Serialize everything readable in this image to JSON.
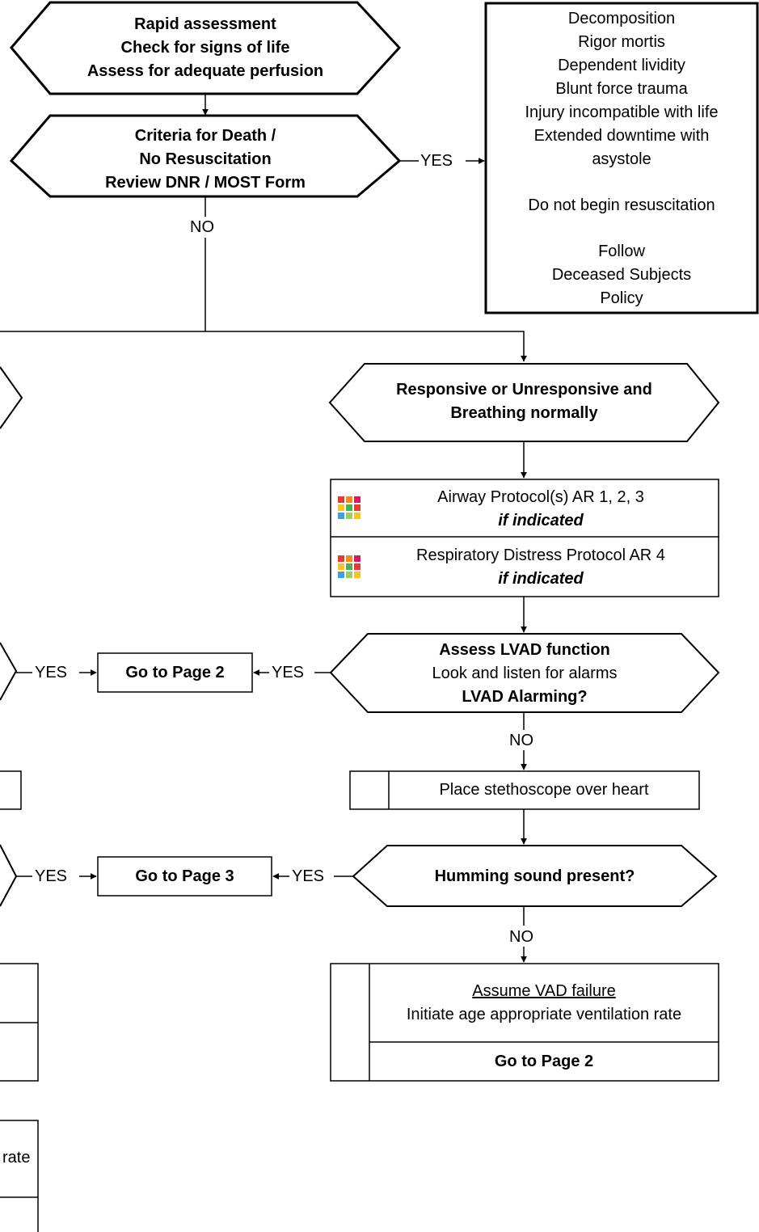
{
  "nodes": {
    "rapid": {
      "line1": "Rapid assessment",
      "line2": "Check for signs of life",
      "line3": "Assess for adequate perfusion"
    },
    "criteria": {
      "line1": "Criteria for Death /",
      "line2": "No Resuscitation",
      "line3": "Review DNR / MOST Form"
    },
    "death_box": {
      "items": [
        "Decomposition",
        "Rigor mortis",
        "Dependent lividity",
        "Blunt force trauma",
        "Injury incompatible with life",
        "Extended downtime with",
        "asystole"
      ],
      "do_not": "Do not begin resuscitation",
      "follow": [
        "Follow",
        "Deceased Subjects",
        "Policy"
      ]
    },
    "responsive": {
      "line1": "Responsive or Unresponsive and",
      "line2": "Breathing normally"
    },
    "airway": {
      "line1": "Airway Protocol(s) AR 1, 2, 3",
      "line2": "if indicated"
    },
    "respiratory": {
      "line1": "Respiratory Distress Protocol AR 4",
      "line2": "if indicated"
    },
    "assess_lvad": {
      "line1": "Assess LVAD function",
      "line2": "Look and listen for alarms",
      "line3": "LVAD Alarming?"
    },
    "go_page2_top": "Go to Page 2",
    "stethoscope": "Place stethoscope over heart",
    "humming": "Humming sound present?",
    "go_page3": "Go to Page 3",
    "vad_failure": {
      "title": "Assume VAD failure",
      "line2": "Initiate age appropriate ventilation rate",
      "go": "Go to Page 2"
    },
    "partial_left_text": "rate"
  },
  "edge_labels": {
    "yes1": "YES",
    "no1": "NO",
    "yes_lvad_right": "YES",
    "yes_lvad_left": "YES",
    "no_lvad": "NO",
    "yes_hum_right": "YES",
    "yes_hum_left": "YES",
    "no_hum": "NO"
  },
  "icon_colors": [
    "#e63e2e",
    "#f28c1e",
    "#d81b60",
    "#f7c325",
    "#4caf50",
    "#e63e2e",
    "#3f9fd8",
    "#9ccc65",
    "#f7c325"
  ]
}
